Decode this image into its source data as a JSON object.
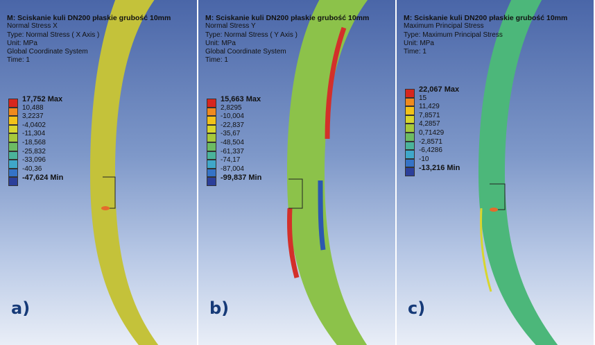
{
  "panels": [
    {
      "letter": "a)",
      "title": "M: Sciskanie kuli DN200 płaskie grubość 10mm",
      "lines": [
        "Normal Stress X",
        "Type: Normal Stress ( X Axis )",
        "Unit: MPa",
        "Global Coordinate System",
        "Time: 1"
      ],
      "legend": {
        "labels": [
          "17,752 Max",
          "10,488",
          "3,2237",
          "-4,0402",
          "-11,304",
          "-18,568",
          "-25,832",
          "-33,096",
          "-40,36",
          "-47,624 Min"
        ],
        "colors": [
          "#d7261e",
          "#f08a1e",
          "#f2c21a",
          "#d8d62e",
          "#a6c93c",
          "#6cbb63",
          "#4ab39b",
          "#3fa7c9",
          "#3573c7",
          "#2c3f9a"
        ]
      },
      "ring_color": "#c4c23a"
    },
    {
      "letter": "b)",
      "title": "M: Sciskanie kuli DN200 płaskie grubość 10mm",
      "lines": [
        "Normal Stress Y",
        "Type: Normal Stress ( Y Axis )",
        "Unit: MPa",
        "Global Coordinate System",
        "Time: 1"
      ],
      "legend": {
        "labels": [
          "15,663 Max",
          "2,8295",
          "-10,004",
          "-22,837",
          "-35,67",
          "-48,504",
          "-61,337",
          "-74,17",
          "-87,004",
          "-99,837 Min"
        ],
        "colors": [
          "#d7261e",
          "#f08a1e",
          "#f2c21a",
          "#d8d62e",
          "#a6c93c",
          "#6cbb63",
          "#4ab39b",
          "#3fa7c9",
          "#3573c7",
          "#2c3f9a"
        ]
      },
      "ring_color": "#8cc24a"
    },
    {
      "letter": "c)",
      "title": "M: Sciskanie kuli DN200 płaskie grubość 10mm",
      "lines": [
        "Maximum Principal Stress",
        "Type: Maximum Principal Stress",
        "Unit: MPa",
        "Time: 1"
      ],
      "legend": {
        "labels": [
          "22,067 Max",
          "15",
          "11,429",
          "7,8571",
          "4,2857",
          "0,71429",
          "-2,8571",
          "-6,4286",
          "-10",
          "-13,216 Min"
        ],
        "colors": [
          "#d7261e",
          "#f08a1e",
          "#f2c21a",
          "#d8d62e",
          "#a6c93c",
          "#6cbb63",
          "#4ab39b",
          "#3fa7c9",
          "#3573c7",
          "#2c3f9a"
        ]
      },
      "ring_color": "#4cb77a"
    }
  ]
}
